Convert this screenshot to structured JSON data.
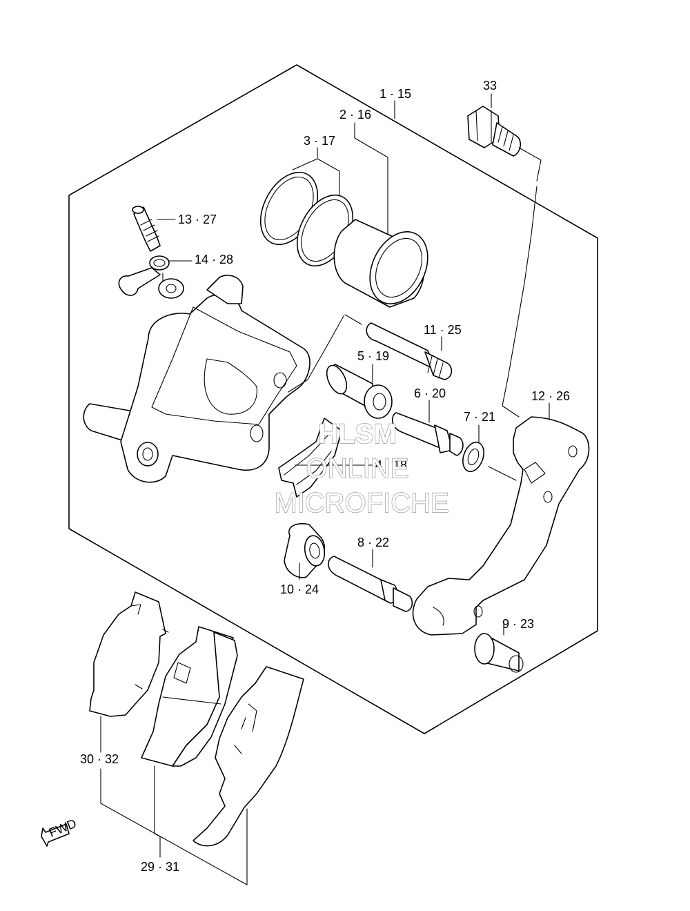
{
  "callouts": {
    "c1": "1 · 15",
    "c2": "2 · 16",
    "c3": "3 · 17",
    "c4": "4 · 18",
    "c5": "5 · 19",
    "c6": "6 · 20",
    "c7": "7 · 21",
    "c8": "8 · 22",
    "c9": "9 · 23",
    "c10": "10 · 24",
    "c11": "11 · 25",
    "c12": "12 · 26",
    "c13": "13 · 27",
    "c14": "14 · 28",
    "c29": "29 · 31",
    "c30": "30 · 32",
    "c33": "33"
  },
  "watermark": {
    "line1": "HLSM",
    "line2": "ONLINE",
    "line3": "MICROFICHE"
  },
  "fwd_label": "FWD"
}
